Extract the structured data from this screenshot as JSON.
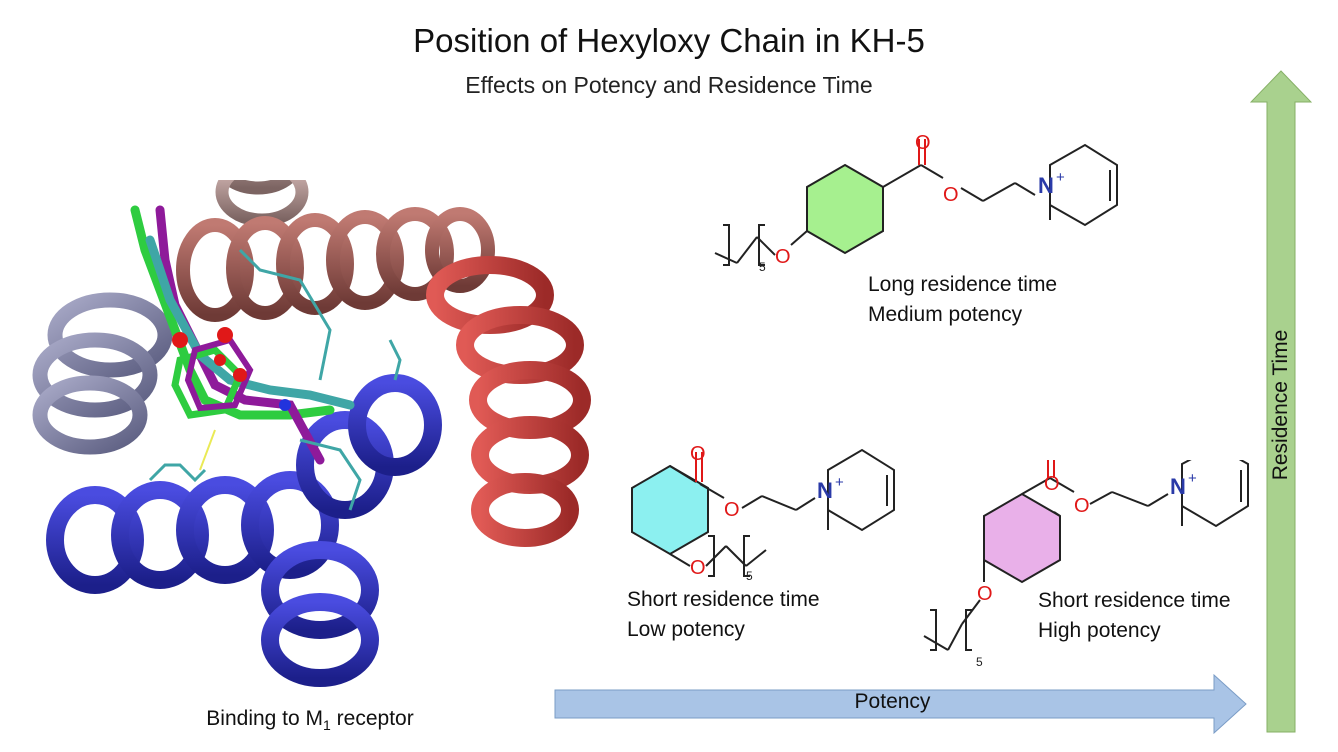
{
  "title": "Position of Hexyloxy Chain in KH-5",
  "subtitle": "Effects on Potency and Residence Time",
  "protein_panel": {
    "caption_prefix": "Binding to M",
    "caption_subscript": "1",
    "caption_suffix": " receptor"
  },
  "molecules": [
    {
      "position": "para",
      "ring_color": "#a6f08f",
      "line1": "Long residence time",
      "line2": "Medium potency"
    },
    {
      "position": "ortho",
      "ring_color": "#8cf0f0",
      "line1": "Short residence time",
      "line2": "Low potency"
    },
    {
      "position": "meta",
      "ring_color": "#e9b0e9",
      "line1": "Short residence time",
      "line2": "High potency"
    }
  ],
  "atom_labels": {
    "oxygen": "O",
    "nitrogen": "N",
    "charge": "+",
    "repeat": "5"
  },
  "axes": {
    "x_label": "Potency",
    "y_label": "Residence Time",
    "x_color": "#a9c4e6",
    "y_color": "#a9d18e"
  }
}
